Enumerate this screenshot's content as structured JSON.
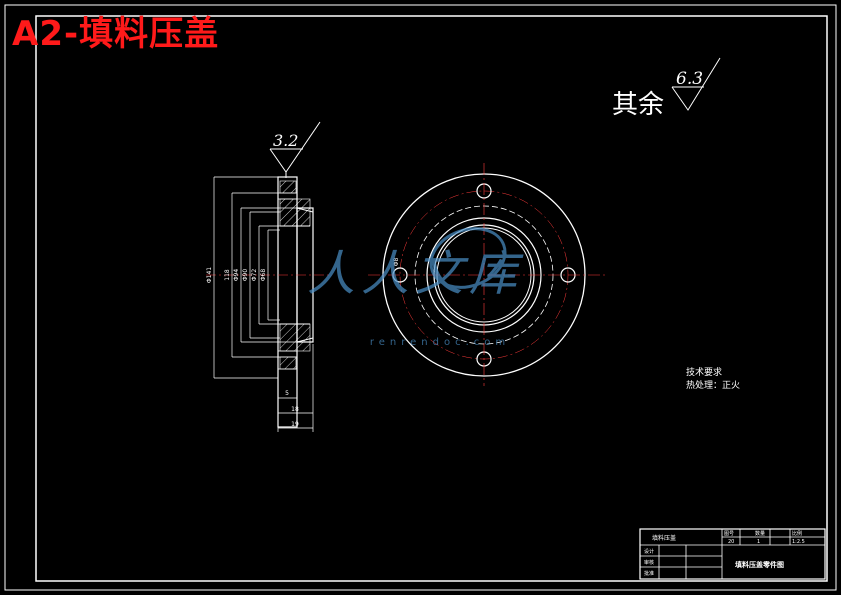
{
  "sheet": {
    "title": "A2-填料压盖",
    "colors": {
      "background": "#000000",
      "lines": "#ffffff",
      "title": "#ff1a1a",
      "centerline": "#ff3b3b",
      "watermark": "#4a90c8"
    }
  },
  "surface_finish": {
    "general_label": "其余",
    "general_value": "6.3",
    "section_value": "3.2"
  },
  "dimensions": {
    "outer_dia": "Φ141",
    "d118": "118",
    "d94": "Φ94",
    "d90": "Φ90",
    "d72": "Φ72",
    "d68": "Φ68",
    "hole": "Φ8",
    "small": "5",
    "w18": "18",
    "w19": "19"
  },
  "watermark": {
    "text": "人人文库",
    "url": "renrendoc.com"
  },
  "notes": {
    "heading": "技术要求",
    "line1": "热处理：正火"
  },
  "title_block": {
    "name": "填料压盖",
    "part_name": "填料压盖零件图",
    "mark_num": "20",
    "qty": "1",
    "ratio": "1:2.5",
    "row1": "设计",
    "row2": "审核",
    "row3": "批准",
    "col1": "图号",
    "col2": "数量",
    "col3": "比例"
  }
}
